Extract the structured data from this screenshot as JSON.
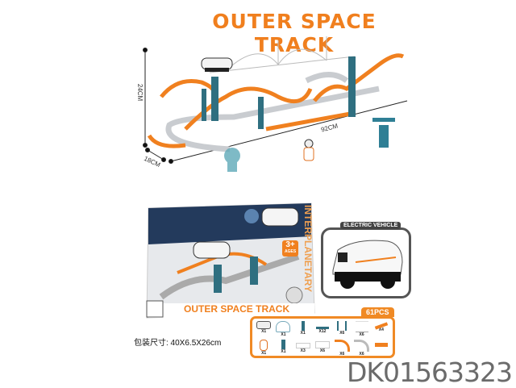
{
  "title": "OUTER SPACE TRACK",
  "dimensions": {
    "height": "24CM",
    "depth": "18CM",
    "length": "92CM"
  },
  "package_box": {
    "brand_text": "INTERPLANETARY",
    "age_badge": "3+",
    "age_sub": "AGES",
    "box_title": "OUTER SPACE TRACK"
  },
  "electric_vehicle_label": "ELECTRIC VEHICLE",
  "package_size": "包装尺寸: 40X6.5X26cm",
  "parts": {
    "count_label": "61PCS",
    "row1": [
      {
        "icon": "vehicle",
        "qty": "X1"
      },
      {
        "icon": "dome",
        "qty": "X1"
      },
      {
        "icon": "satellite-tower",
        "qty": "X1"
      },
      {
        "icon": "connector",
        "qty": "X12"
      },
      {
        "icon": "pillar",
        "qty": "X6"
      },
      {
        "icon": "bridge",
        "qty": "X6"
      },
      {
        "icon": "orange-ramp",
        "qty": "X4"
      }
    ],
    "row2": [
      {
        "icon": "astronaut",
        "qty": "X1"
      },
      {
        "icon": "satellite-tower",
        "qty": "X1"
      },
      {
        "icon": "straight-track",
        "qty": "X3"
      },
      {
        "icon": "straight-track",
        "qty": "X6"
      },
      {
        "icon": "orange-curve",
        "qty": "X6"
      },
      {
        "icon": "grey-curve",
        "qty": "X6"
      }
    ]
  },
  "watermark": "DK01563323",
  "colors": {
    "orange": "#f07f1e",
    "teal": "#2f6f80",
    "grey": "#6b6b6b"
  }
}
